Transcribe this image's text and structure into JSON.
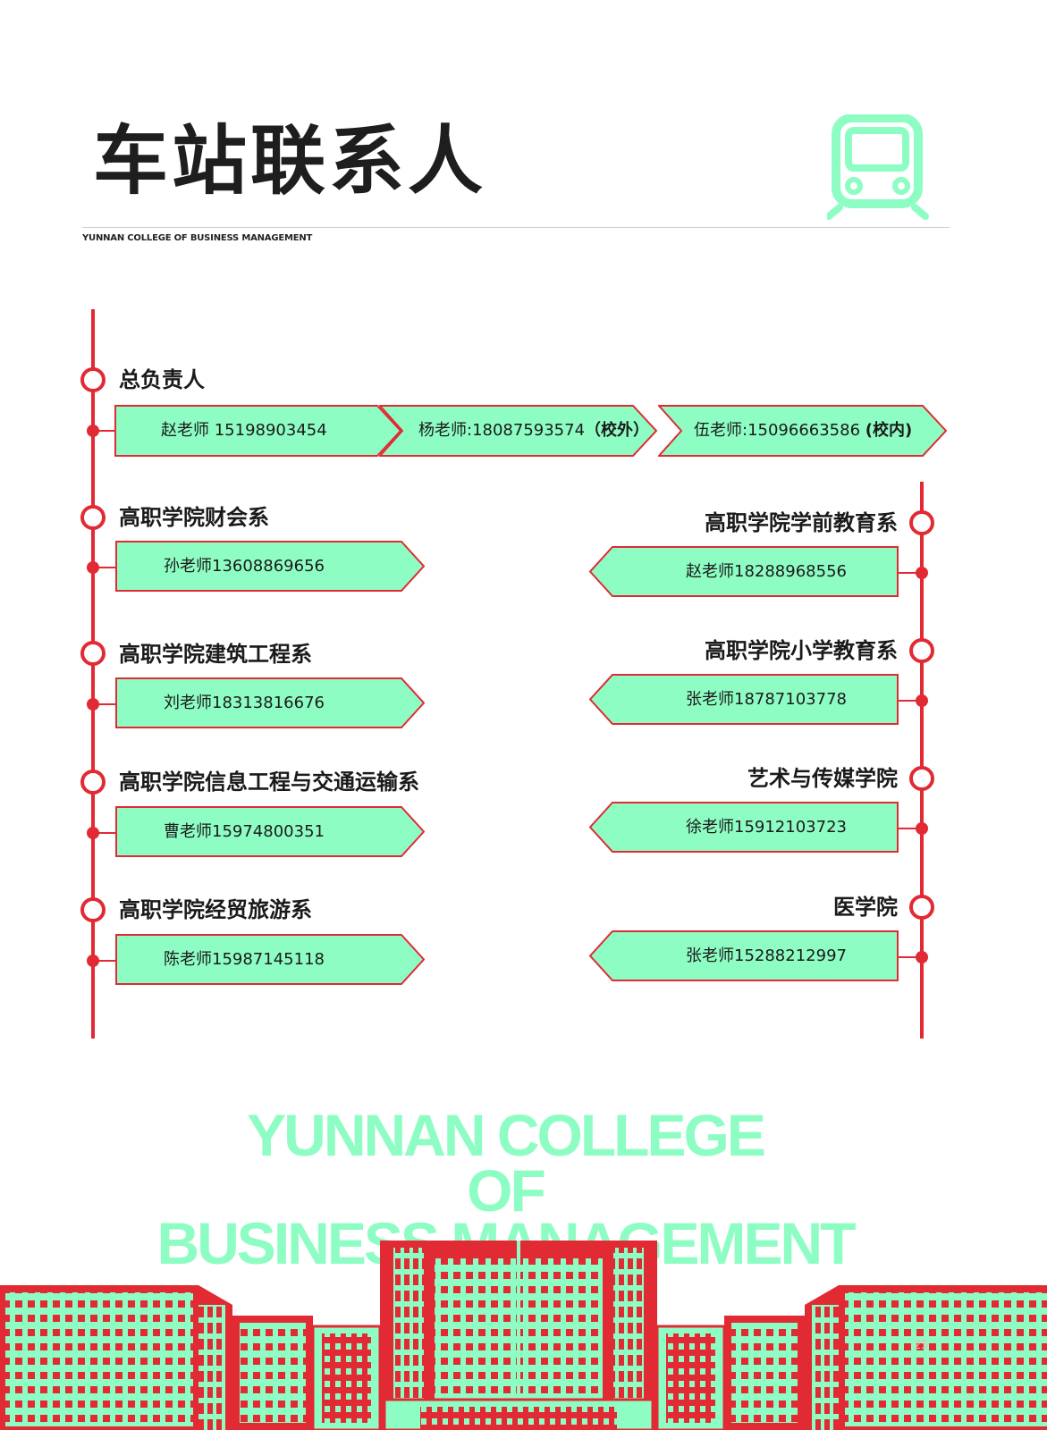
{
  "header": {
    "title": "车站联系人",
    "subtitle": "YUNNAN COLLEGE OF BUSINESS MANAGEMENT"
  },
  "icons": {
    "header": "train-icon",
    "footer": "campus-building-illustration"
  },
  "colors": {
    "line_red": "#e12a33",
    "mint": "#8efdc4",
    "title": "#1e1e1e"
  },
  "general": {
    "label": "总负责人",
    "contacts": [
      {
        "text": "赵老师 15198903454",
        "note": ""
      },
      {
        "text": "杨老师:18087593574",
        "note": "（校外）"
      },
      {
        "text": "伍老师:15096663586",
        "note": "(校内)"
      }
    ]
  },
  "left_stations": [
    {
      "label": "高职学院财会系",
      "contact": "孙老师13608869656"
    },
    {
      "label": "高职学院建筑工程系",
      "contact": "刘老师18313816676"
    },
    {
      "label": "高职学院信息工程与交通运输系",
      "contact": "曹老师15974800351"
    },
    {
      "label": "高职学院经贸旅游系",
      "contact": "陈老师15987145118"
    }
  ],
  "right_stations": [
    {
      "label": "高职学院学前教育系",
      "contact": "赵老师18288968556"
    },
    {
      "label": "高职学院小学教育系",
      "contact": "张老师18787103778"
    },
    {
      "label": "艺术与传媒学院",
      "contact": "徐老师15912103723"
    },
    {
      "label": "医学院",
      "contact": "张老师15288212997"
    }
  ],
  "watermark": {
    "line1": "YUNNAN COLLEGE",
    "line2": "OF",
    "line3": "BUSINESS MANAGEMENT"
  },
  "page_number": "25"
}
